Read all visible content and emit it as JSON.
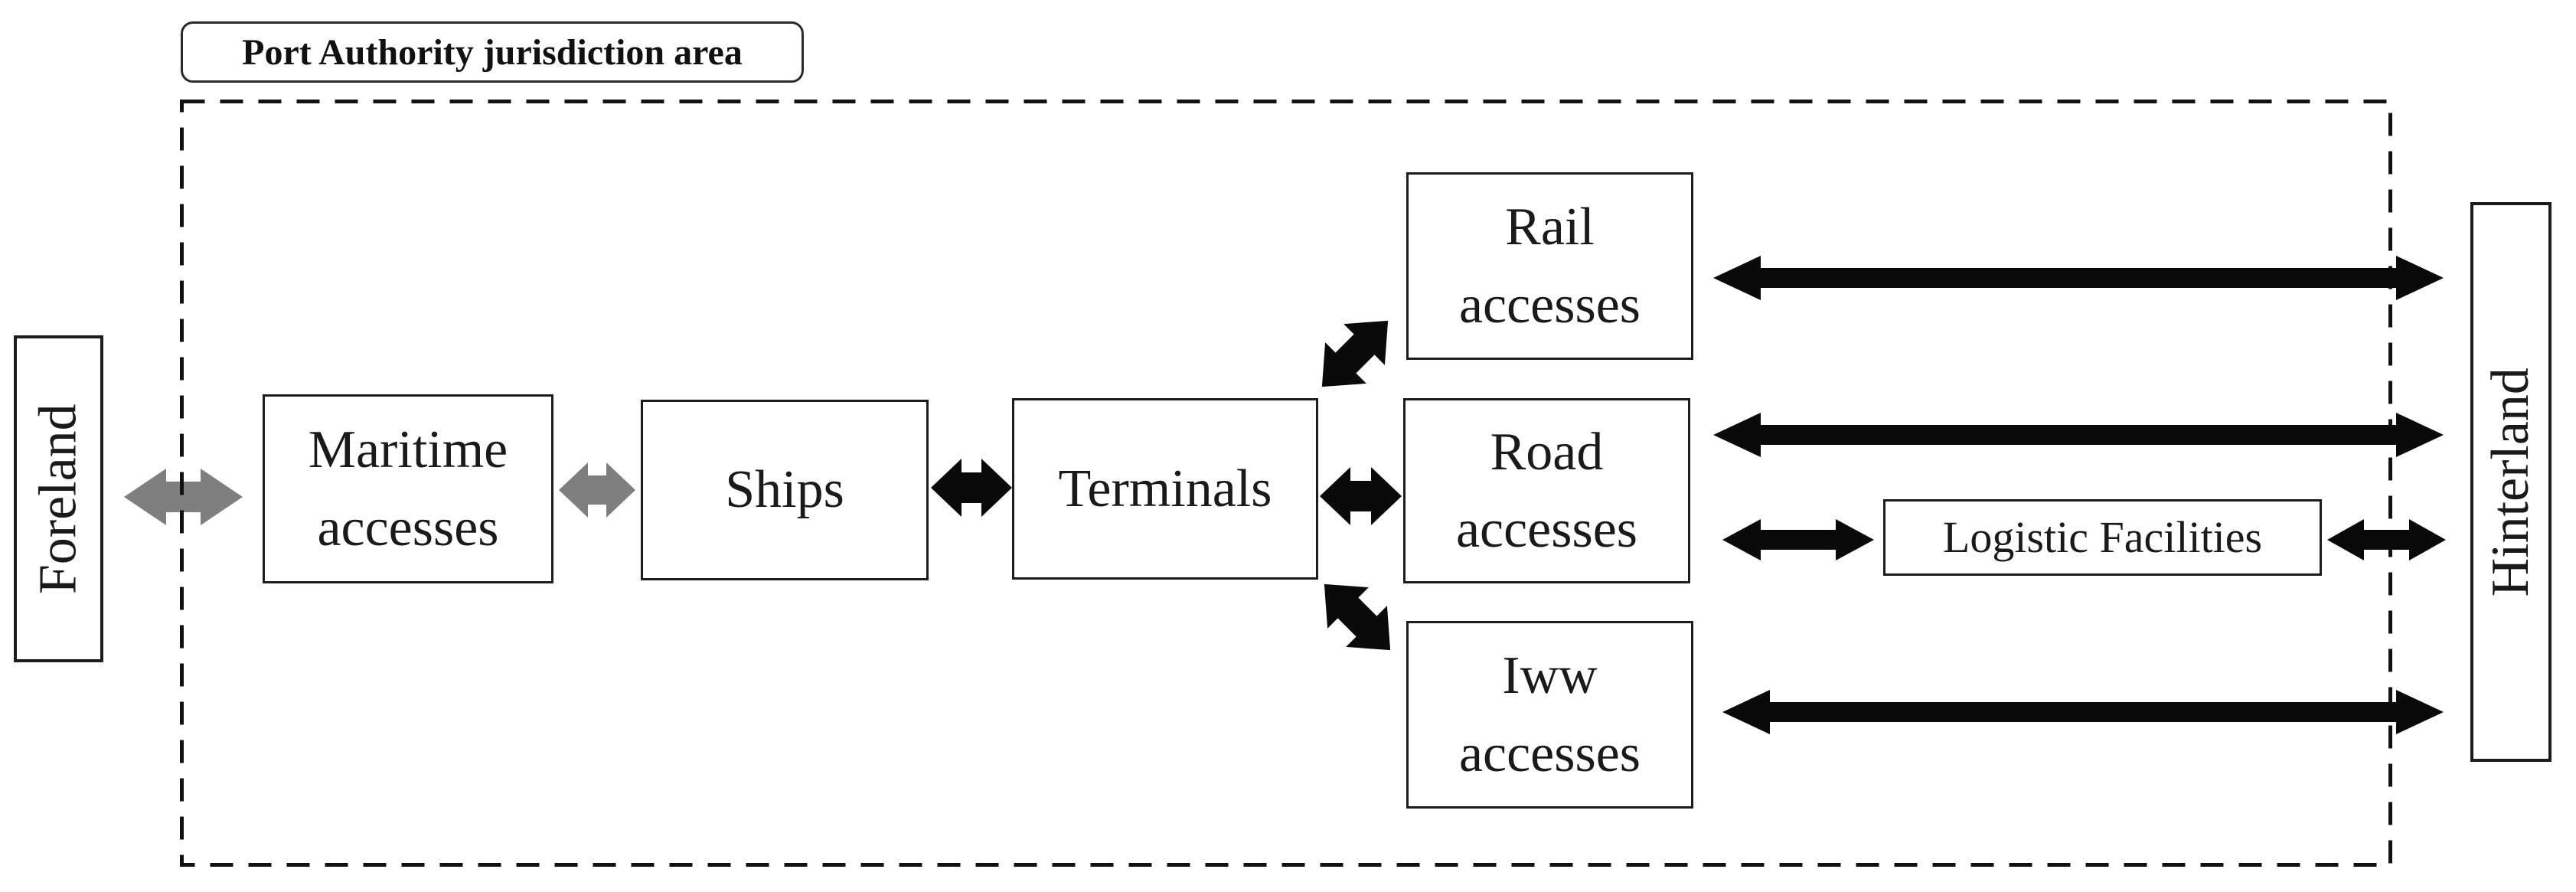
{
  "boundary": {
    "label": "Port Authority jurisdiction area"
  },
  "nodes": {
    "foreland": {
      "label": "Foreland"
    },
    "maritime": {
      "line1": "Maritime",
      "line2": "accesses"
    },
    "ships": {
      "label": "Ships"
    },
    "terminals": {
      "label": "Terminals"
    },
    "rail": {
      "line1": "Rail",
      "line2": "accesses"
    },
    "road": {
      "line1": "Road",
      "line2": "accesses"
    },
    "iww": {
      "line1": "Iww",
      "line2": "accesses"
    },
    "logistic": {
      "label": "Logistic Facilities"
    },
    "hinterland": {
      "label": "Hinterland"
    }
  },
  "colors": {
    "arrow_gray": "#7f7f7f",
    "arrow_black": "#0a0a0a",
    "boundary_stroke": "#111111"
  },
  "connections": [
    {
      "from": "Foreland",
      "to": "Maritime accesses",
      "style": "gray-double-arrow"
    },
    {
      "from": "Maritime accesses",
      "to": "Ships",
      "style": "gray-double-arrow"
    },
    {
      "from": "Ships",
      "to": "Terminals",
      "style": "black-double-arrow"
    },
    {
      "from": "Terminals",
      "to": "Rail accesses",
      "style": "black-diagonal-double-arrow"
    },
    {
      "from": "Terminals",
      "to": "Road accesses",
      "style": "black-double-arrow"
    },
    {
      "from": "Terminals",
      "to": "Iww accesses",
      "style": "black-diagonal-double-arrow"
    },
    {
      "from": "Rail accesses",
      "to": "Hinterland",
      "style": "black-long-double-arrow"
    },
    {
      "from": "Road accesses",
      "to": "Hinterland",
      "style": "black-long-double-arrow"
    },
    {
      "from": "Road accesses",
      "to": "Logistic Facilities",
      "style": "black-double-arrow"
    },
    {
      "from": "Logistic Facilities",
      "to": "Hinterland",
      "style": "black-double-arrow"
    },
    {
      "from": "Iww accesses",
      "to": "Hinterland",
      "style": "black-long-double-arrow"
    }
  ]
}
